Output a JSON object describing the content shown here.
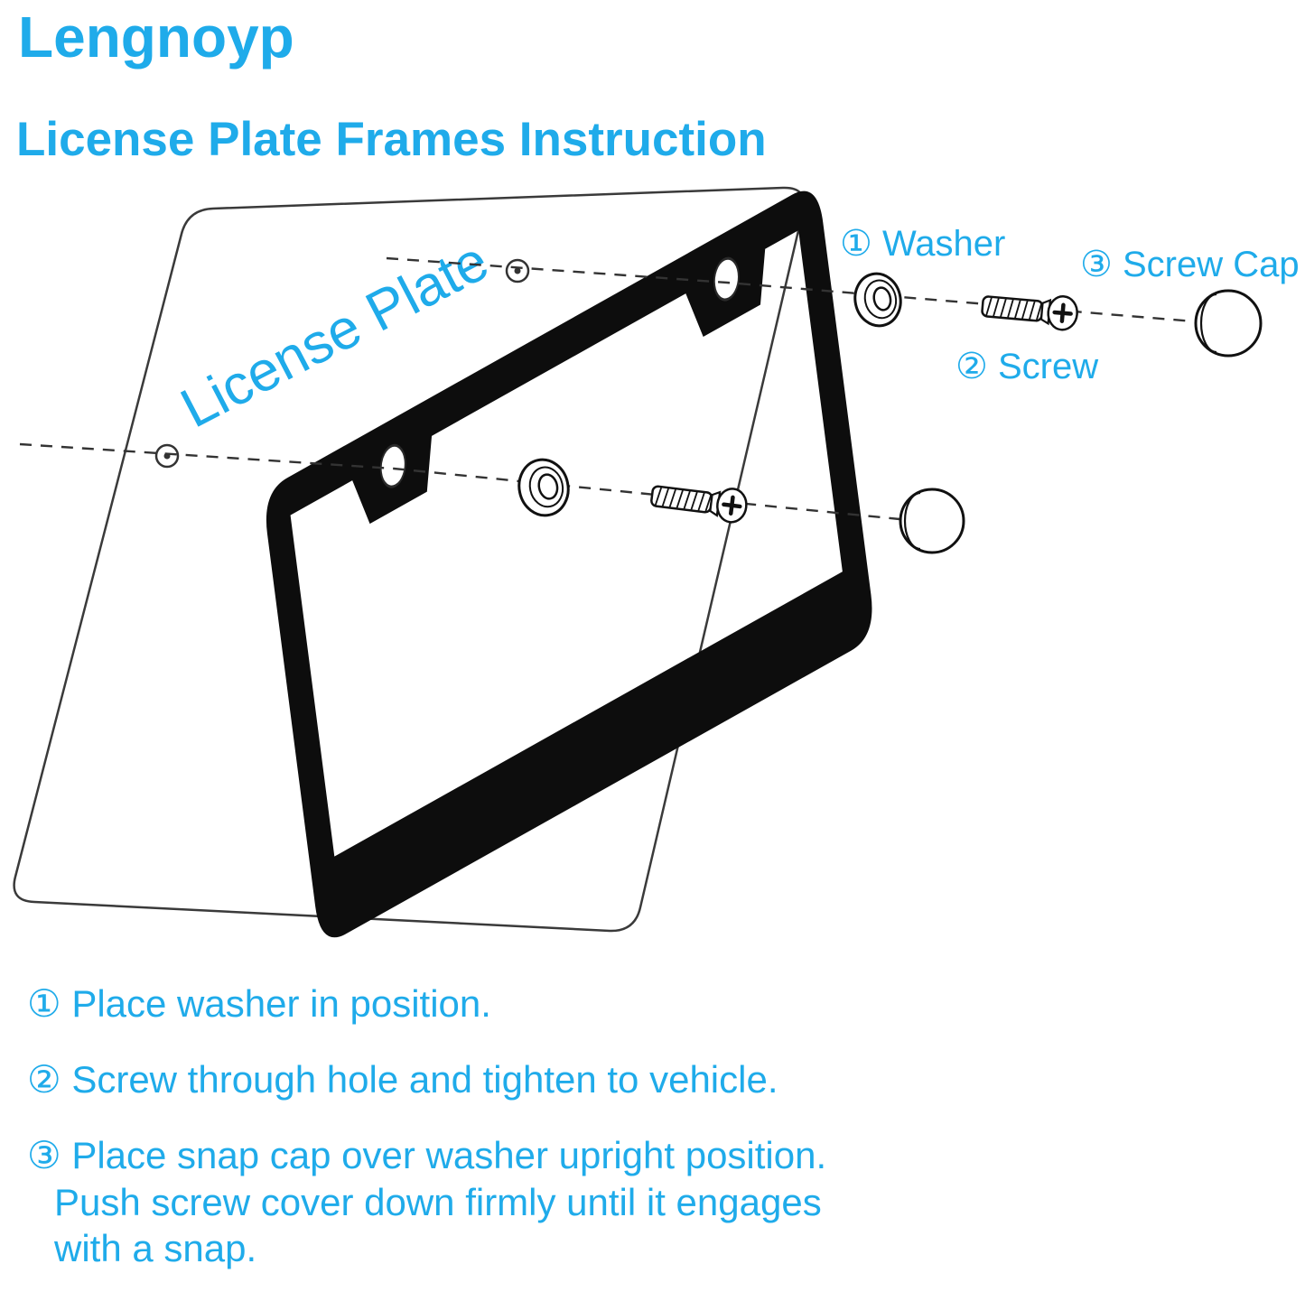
{
  "header": {
    "brand": "Lengnoyp",
    "title": "License Plate Frames Instruction"
  },
  "diagram": {
    "plate_label": "License Plate",
    "labels": {
      "washer": "① Washer",
      "screw": "② Screw",
      "screw_cap": "③ Screw Cap"
    }
  },
  "instructions": {
    "step1": "① Place washer in position.",
    "step2": "② Screw through hole and tighten to vehicle.",
    "step3_line1": "③ Place snap cap over washer upright position.",
    "step3_line2": "Push screw cover down firmly until it engages",
    "step3_line3": "with a snap."
  },
  "colors": {
    "accent": "#1fabea",
    "frame_black": "#0d0d0d"
  }
}
